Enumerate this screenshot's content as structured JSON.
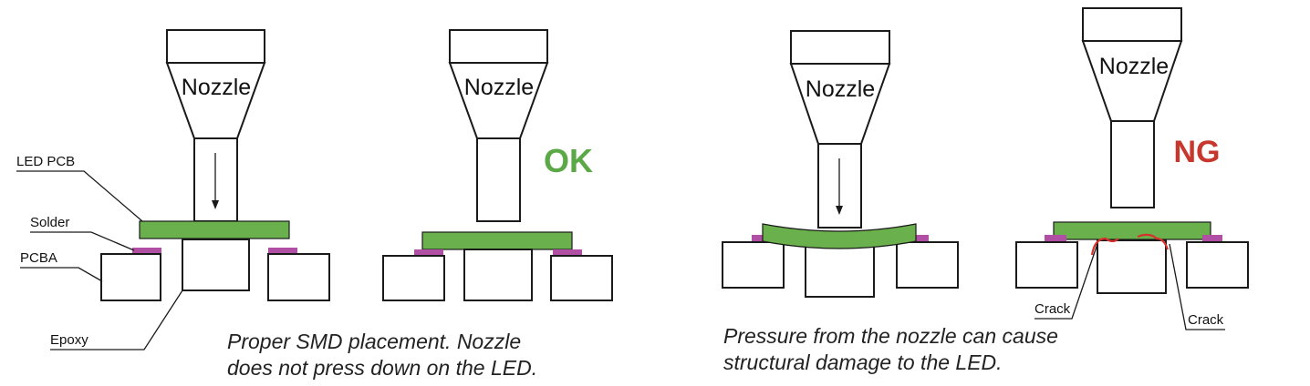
{
  "diagram": {
    "panels": [
      {
        "nozzle_label": "Nozzle"
      },
      {
        "nozzle_label": "Nozzle",
        "status": "OK"
      },
      {
        "nozzle_label": "Nozzle"
      },
      {
        "nozzle_label": "Nozzle",
        "status": "NG"
      }
    ],
    "labels": {
      "led_pcb": "LED PCB",
      "solder": "Solder",
      "pcba": "PCBA",
      "epoxy": "Epoxy",
      "crack_left": "Crack",
      "crack_right": "Crack"
    },
    "captions": {
      "left_line1": "Proper SMD placement. Nozzle",
      "left_line2": "does not press down on the LED.",
      "right_line1": "Pressure from the nozzle can cause",
      "right_line2": "structural damage to the LED."
    },
    "colors": {
      "pcb": "#6ab04c",
      "solder": "#b04fa3",
      "ok": "#5aa846",
      "ng": "#c8372d",
      "crack": "#d6312d"
    }
  }
}
